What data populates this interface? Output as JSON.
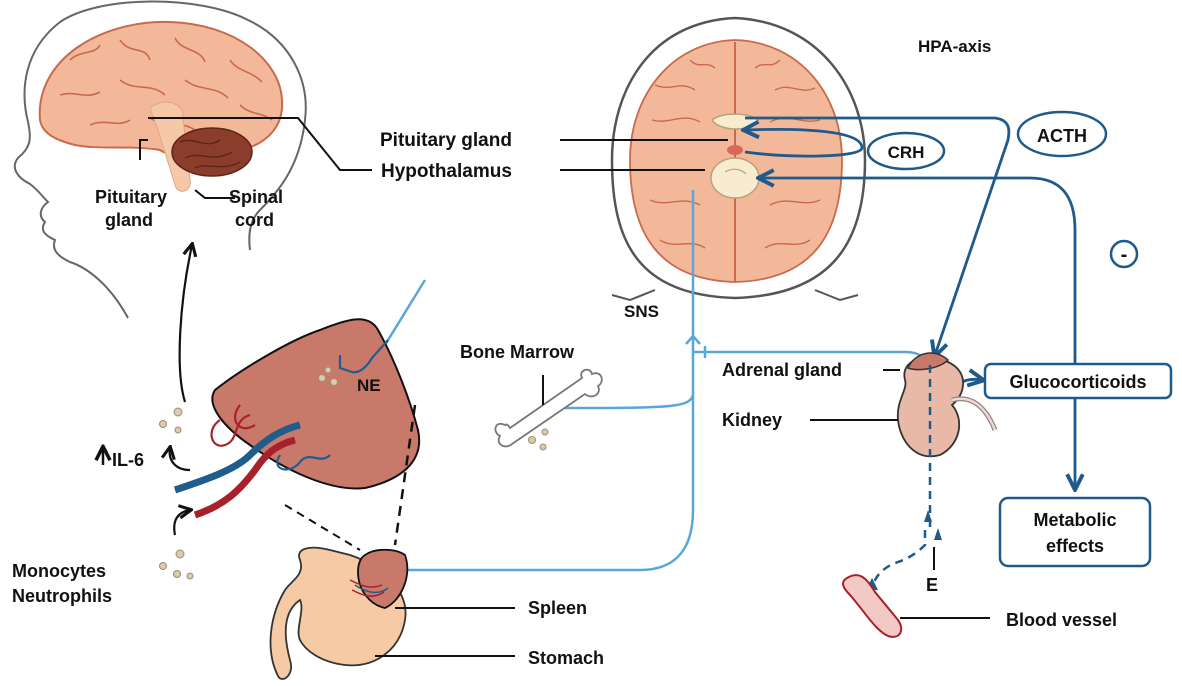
{
  "labels": {
    "pituitary_gland_head": [
      "Pituitary",
      "gland"
    ],
    "spinal_cord": [
      "Spinal",
      "cord"
    ],
    "pituitary_gland": "Pituitary gland",
    "hypothalamus": "Hypothalamus",
    "hpa_axis": "HPA-axis",
    "crh": "CRH",
    "acth": "ACTH",
    "negative_feedback": "-",
    "sns": "SNS",
    "bone_marrow": "Bone Marrow",
    "ne": "NE",
    "il6": "IL-6",
    "monocytes": "Monocytes",
    "neutrophils": "Neutrophils",
    "adrenal_gland": "Adrenal gland",
    "kidney": "Kidney",
    "glucocorticoids": "Glucocorticoids",
    "metabolic_effects": [
      "Metabolic",
      "effects"
    ],
    "epinephrine": "E",
    "spleen": "Spleen",
    "stomach": "Stomach",
    "blood_vessel": "Blood vessel"
  },
  "colors": {
    "hpa_dark_blue": "#1f5a8a",
    "sns_light_blue": "#5aa6d8",
    "brain_fill": "#f3b899",
    "brain_line": "#c96a4c",
    "cerebellum": "#8b3d2b",
    "spleen_fill": "#c8796a",
    "artery_red": "#a8202a",
    "vein_blue": "#1e5d8c",
    "skin": "#f6caa4"
  }
}
